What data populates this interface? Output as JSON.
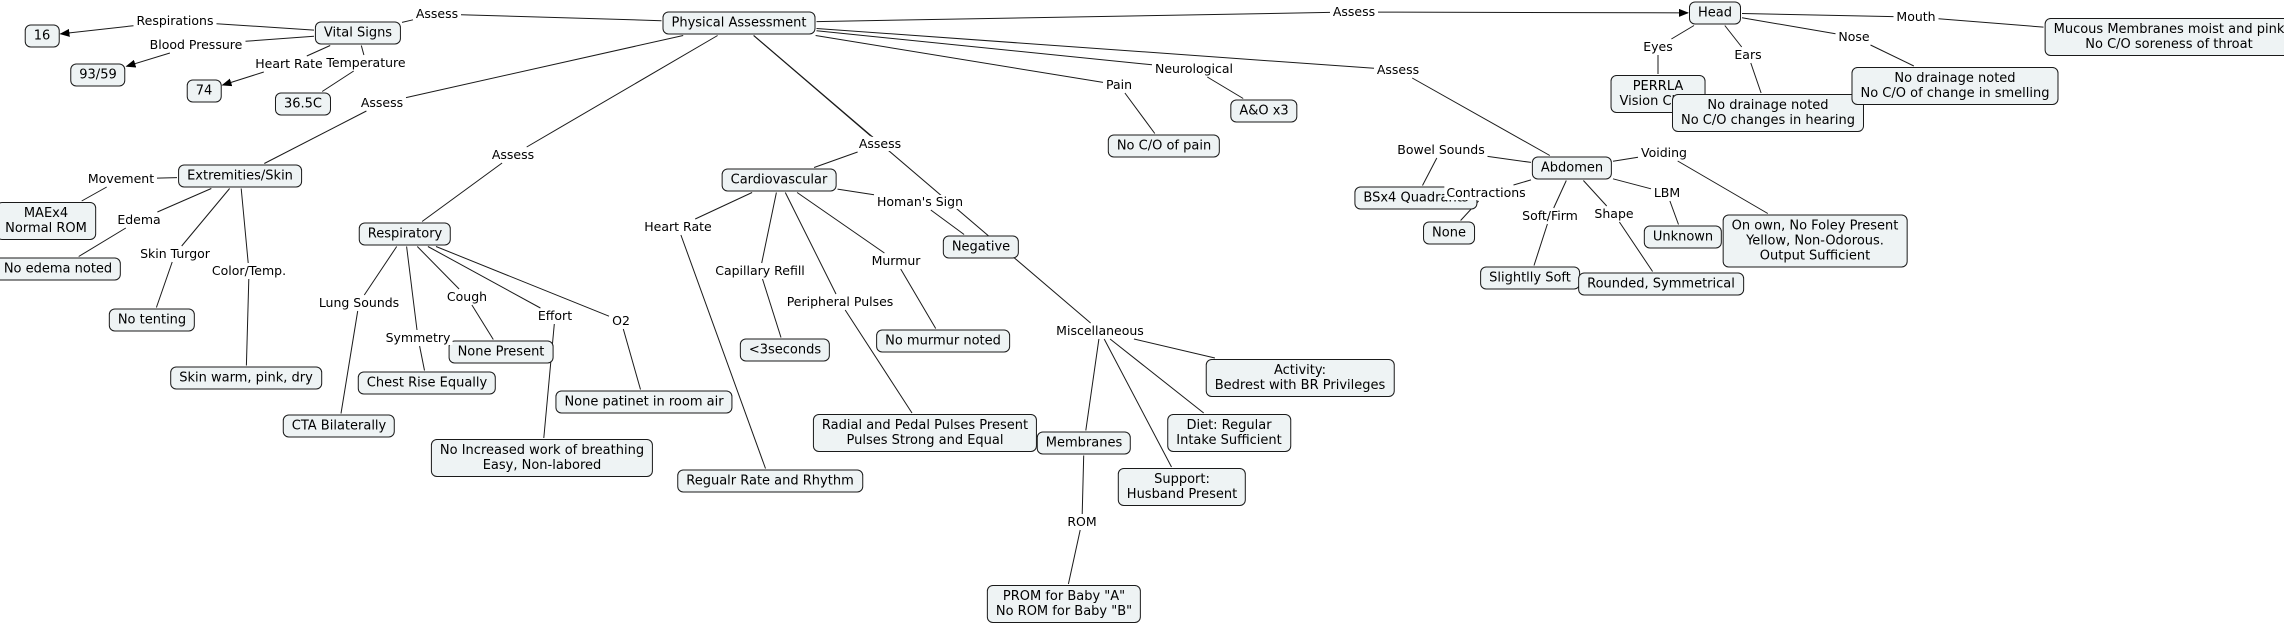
{
  "concepts": {
    "physical_assessment": "Physical Assessment",
    "vital_signs": "Vital Signs",
    "resp_value": "16",
    "bp_value": "93/59",
    "hr_value": "74",
    "temp_value": "36.5C",
    "head": "Head",
    "perrla": [
      "PERRLA",
      "Vision Clear"
    ],
    "ears_value": [
      "No drainage noted",
      "No C/O changes in hearing"
    ],
    "nose_value": [
      "No drainage noted",
      "No C/O of change in smelling"
    ],
    "mouth_value": [
      "Mucous Membranes moist and pink",
      "No C/O soreness of throat"
    ],
    "extremities": "Extremities/Skin",
    "maex4": [
      "MAEx4",
      "Normal ROM"
    ],
    "no_edema": "No edema noted",
    "no_tenting": "No tenting",
    "skin_warm": "Skin warm, pink, dry",
    "respiratory": "Respiratory",
    "cta": "CTA Bilaterally",
    "chest_rise": "Chest Rise Equally",
    "none_present": "None Present",
    "no_work_breathing": [
      "No Increased work of breathing",
      "Easy, Non-labored"
    ],
    "room_air": "None patinet in room air",
    "cardiovascular": "Cardiovascular",
    "negative": "Negative",
    "regular_rate": "Regualr Rate and Rhythm",
    "cap_refill": "<3seconds",
    "no_murmur": "No murmur noted",
    "pulses": [
      "Radial and Pedal Pulses Present",
      "Pulses Strong and Equal"
    ],
    "no_pain": "No C/O of pain",
    "ao": "A&O x3",
    "membranes": "Membranes",
    "prom": [
      "PROM for Baby \"A\"",
      "No ROM for Baby \"B\""
    ],
    "support": [
      "Support:",
      "Husband Present"
    ],
    "diet": [
      "Diet: Regular",
      "Intake Sufficient"
    ],
    "activity": [
      "Activity:",
      "Bedrest with BR Privileges"
    ],
    "abdomen": "Abdomen",
    "bsx4": "BSx4 Quadrants",
    "none": "None",
    "slightly_soft": "Slightlly Soft",
    "rounded": "Rounded, Symmetrical",
    "unknown": "Unknown",
    "voiding_value": [
      "On own, No Foley Present",
      "Yellow, Non-Odorous.",
      "Output Sufficient"
    ]
  },
  "links": {
    "assess_vitals": "Assess",
    "respirations": "Respirations",
    "blood_pressure": "Blood Pressure",
    "heart_rate_vs": "Heart Rate",
    "temperature": "Temperature",
    "assess_head": "Assess",
    "eyes": "Eyes",
    "ears": "Ears",
    "nose": "Nose",
    "mouth": "Mouth",
    "assess_ext": "Assess",
    "movement": "Movement",
    "edema": "Edema",
    "skin_turgor": "Skin Turgor",
    "color_temp": "Color/Temp.",
    "assess_resp": "Assess",
    "lung_sounds": "Lung Sounds",
    "symmetry": "Symmetry",
    "cough": "Cough",
    "effort": "Effort",
    "o2": "O2",
    "assess_cardio": "Assess",
    "homans": "Homan's Sign",
    "heart_rate_cv": "Heart Rate",
    "capillary_refill": "Capillary Refill",
    "peripheral_pulses": "Peripheral Pulses",
    "murmur": "Murmur",
    "pain": "Pain",
    "neurological": "Neurological",
    "miscellaneous": "Miscellaneous",
    "rom": "ROM",
    "assess_abd": "Assess",
    "bowel_sounds": "Bowel Sounds",
    "contractions": "Contractions",
    "soft_firm": "Soft/Firm",
    "shape": "Shape",
    "lbm": "LBM",
    "voiding": "Voiding"
  },
  "colors": {
    "node_fill": "#eef3f4",
    "node_border": "#1a1a1a",
    "line": "#1a1a1a"
  }
}
